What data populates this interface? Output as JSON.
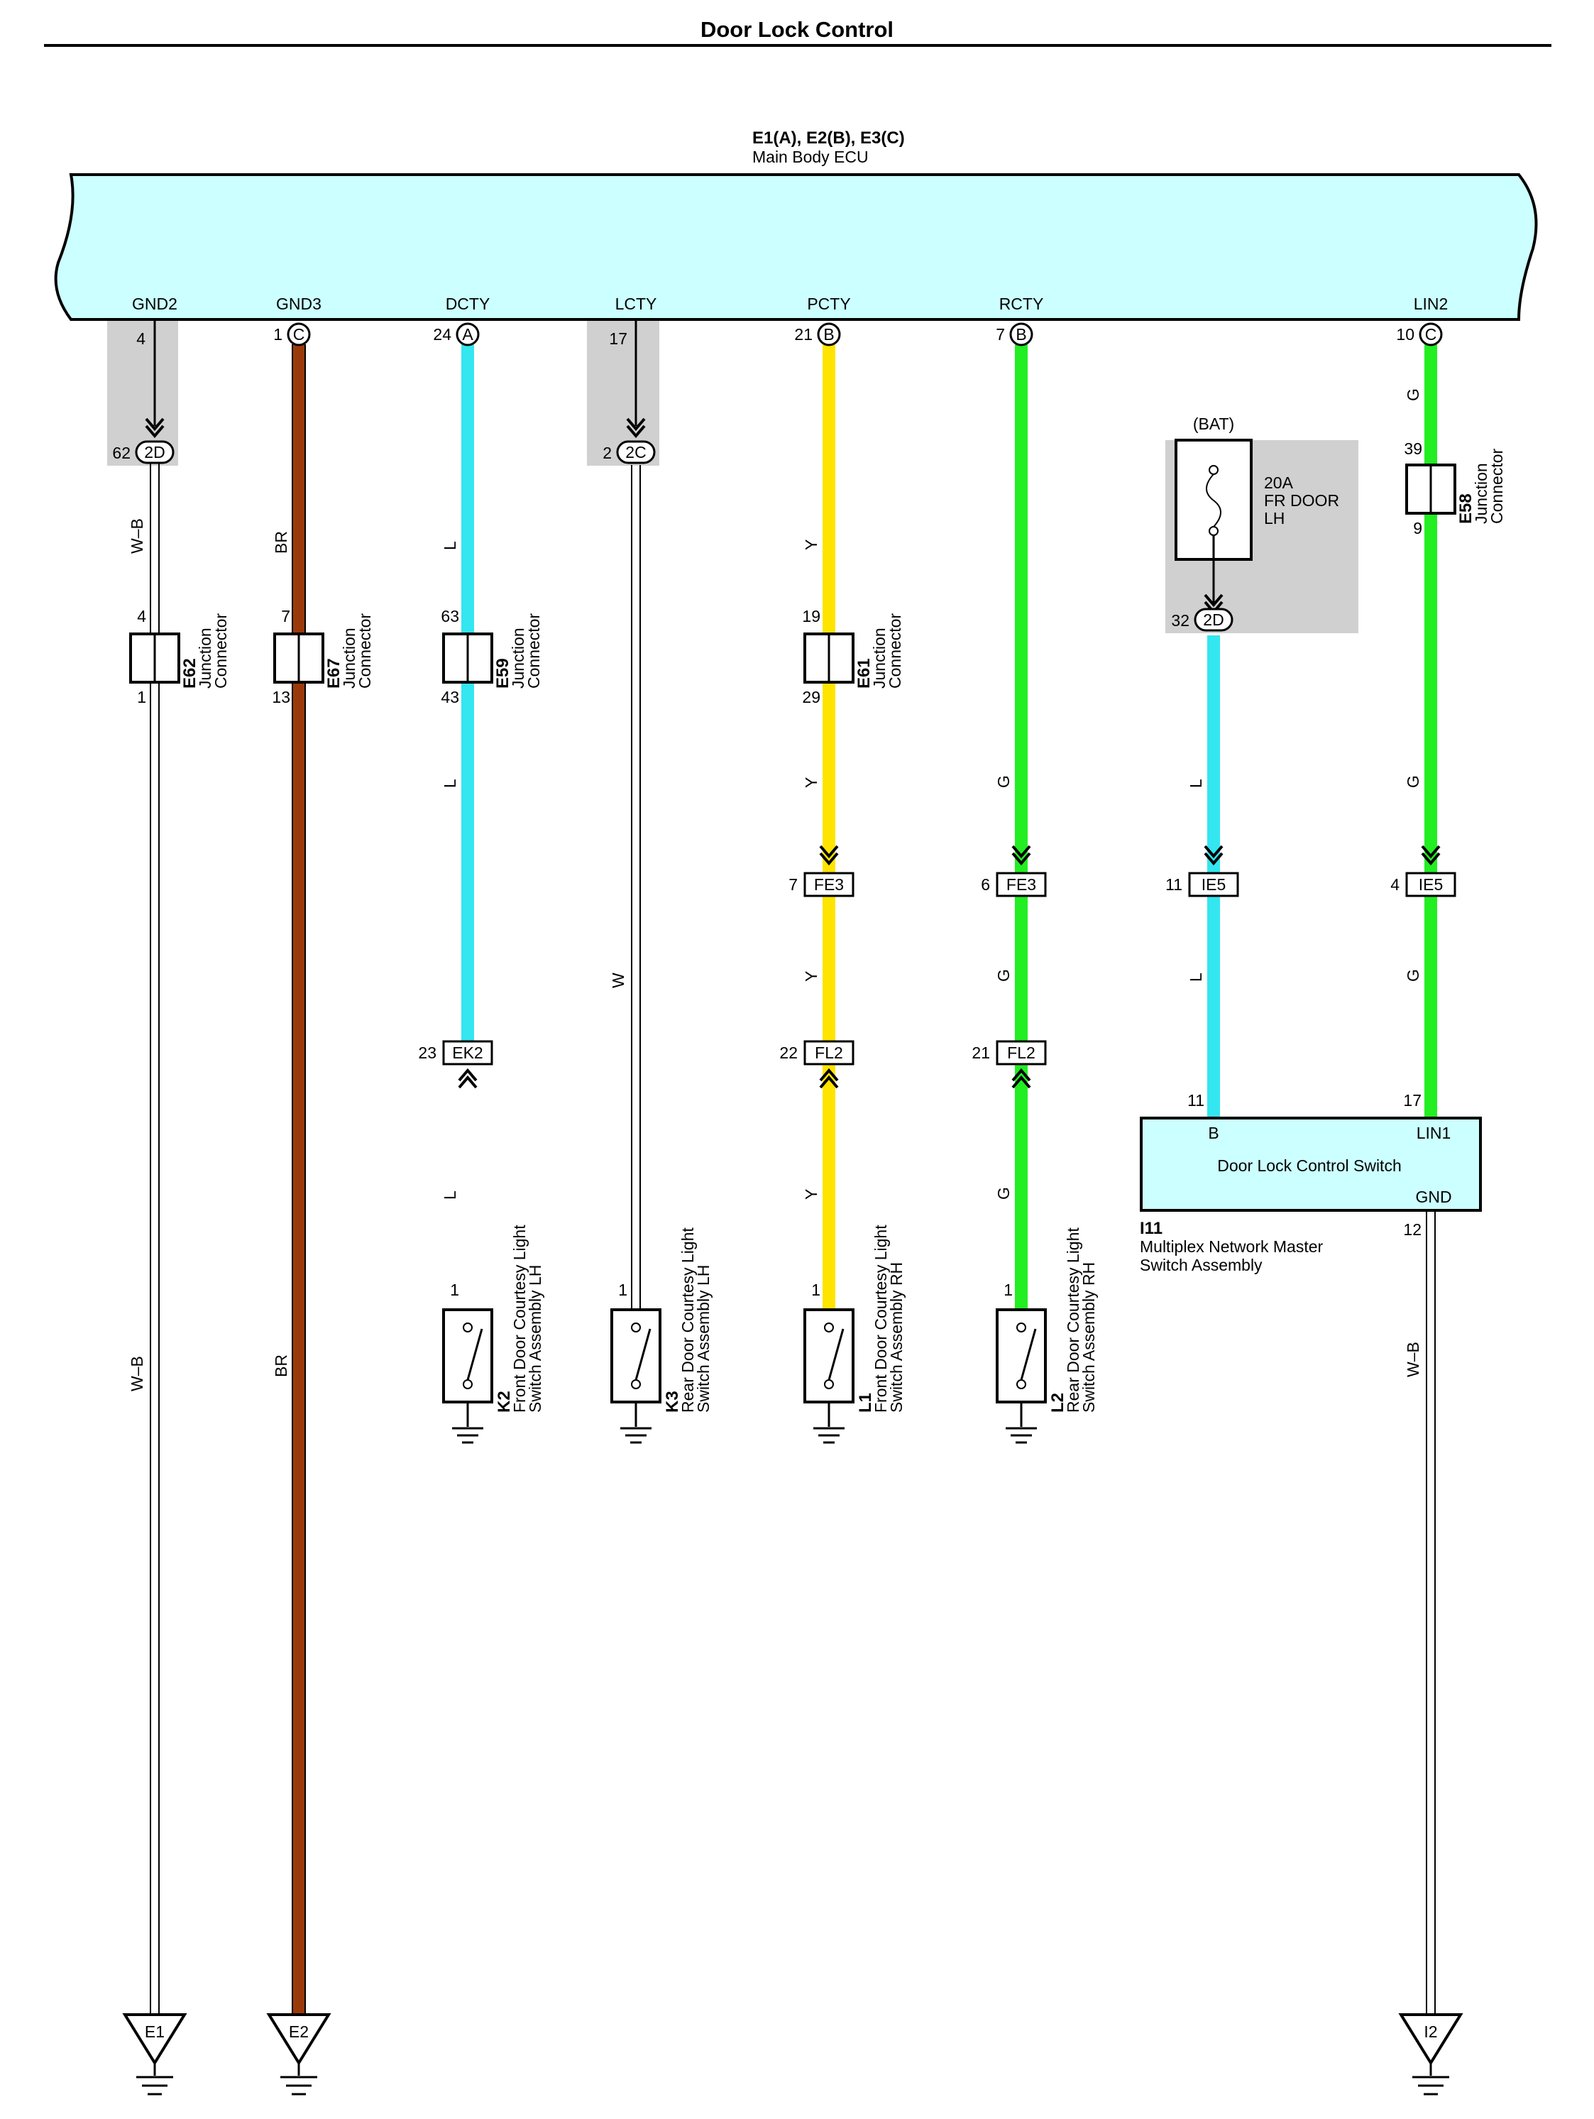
{
  "title": "Door Lock Control",
  "ecu": {
    "connectors": "E1(A), E2(B), E3(C)",
    "name": "Main Body ECU",
    "pins": [
      {
        "name": "GND2",
        "num": "4",
        "conn": ""
      },
      {
        "name": "GND3",
        "num": "1",
        "conn": "C"
      },
      {
        "name": "DCTY",
        "num": "24",
        "conn": "A"
      },
      {
        "name": "LCTY",
        "num": "17",
        "conn": ""
      },
      {
        "name": "PCTY",
        "num": "21",
        "conn": "B"
      },
      {
        "name": "RCTY",
        "num": "7",
        "conn": "B"
      },
      {
        "name": "LIN2",
        "num": "10",
        "conn": "C"
      }
    ]
  },
  "splices": [
    {
      "label": "2D",
      "pin": "62"
    },
    {
      "label": "2C",
      "pin": "2"
    },
    {
      "label": "2D",
      "pin": "32"
    }
  ],
  "junction_connectors": [
    {
      "id": "E62",
      "desc1": "Junction",
      "desc2": "Connector",
      "pin_top": "4",
      "pin_bottom": "1"
    },
    {
      "id": "E67",
      "desc1": "Junction",
      "desc2": "Connector",
      "pin_top": "7",
      "pin_bottom": "13"
    },
    {
      "id": "E59",
      "desc1": "Junction",
      "desc2": "Connector",
      "pin_top": "63",
      "pin_bottom": "43"
    },
    {
      "id": "E61",
      "desc1": "Junction",
      "desc2": "Connector",
      "pin_top": "19",
      "pin_bottom": "29"
    },
    {
      "id": "E58",
      "desc1": "Junction",
      "desc2": "Connector",
      "pin_top": "39",
      "pin_bottom": "9"
    }
  ],
  "inline_connectors": [
    {
      "label": "FE3",
      "pin": "7"
    },
    {
      "label": "FE3",
      "pin": "6"
    },
    {
      "label": "IE5",
      "pin": "11"
    },
    {
      "label": "IE5",
      "pin": "4"
    },
    {
      "label": "EK2",
      "pin": "23"
    },
    {
      "label": "FL2",
      "pin": "22"
    },
    {
      "label": "FL2",
      "pin": "21"
    }
  ],
  "wire_colors": {
    "W-B": "#ffffff",
    "BR": "#9a3a0a",
    "L": "#33e6f0",
    "W": "#ffffff",
    "Y": "#ffe400",
    "G": "#22ee22"
  },
  "wire_labels": [
    "W–B",
    "BR",
    "L",
    "W",
    "Y",
    "G"
  ],
  "fuse": {
    "source": "(BAT)",
    "rating": "20A",
    "name1": "FR DOOR",
    "name2": "LH"
  },
  "switches": [
    {
      "id": "K2",
      "line1": "Front Door Courtesy Light",
      "line2": "Switch Assembly LH",
      "pin": "1"
    },
    {
      "id": "K3",
      "line1": "Rear Door Courtesy Light",
      "line2": "Switch Assembly LH",
      "pin": "1"
    },
    {
      "id": "L1",
      "line1": "Front Door Courtesy Light",
      "line2": "Switch Assembly RH",
      "pin": "1"
    },
    {
      "id": "L2",
      "line1": "Rear Door Courtesy Light",
      "line2": "Switch Assembly RH",
      "pin": "1"
    }
  ],
  "door_lock_switch": {
    "title": "Door Lock Control Switch",
    "pin_b_name": "B",
    "pin_b": "11",
    "pin_lin_name": "LIN1",
    "pin_lin": "17",
    "pin_gnd_name": "GND",
    "pin_gnd": "12",
    "id": "I11",
    "desc1": "Multiplex Network Master",
    "desc2": "Switch Assembly"
  },
  "grounds": [
    "E1",
    "E2",
    "I2"
  ]
}
